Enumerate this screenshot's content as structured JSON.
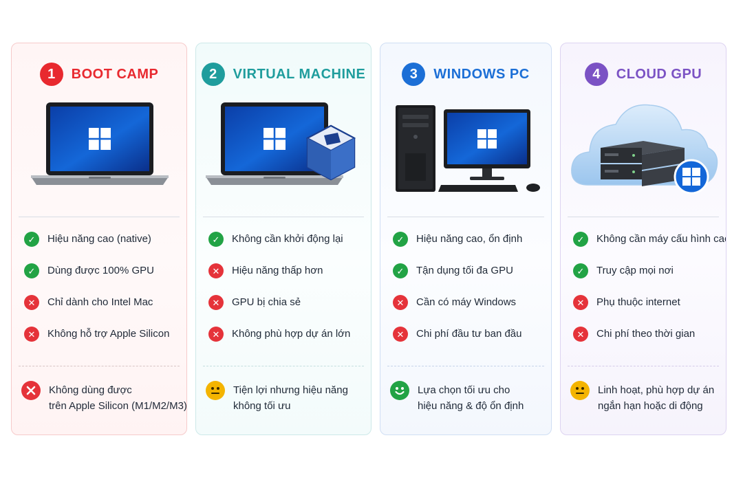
{
  "colors": {
    "red": "#e8292f",
    "teal": "#1f9d9d",
    "blue": "#1c6fd6",
    "purple": "#7b52c4",
    "check": "#22a345",
    "cross": "#e5333a",
    "neutral": "#f4b400"
  },
  "cards": [
    {
      "number": "1",
      "title": "BOOT CAMP",
      "image": "laptop-windows-icon",
      "features": [
        {
          "status": "check",
          "text": "Hiệu năng cao (native)"
        },
        {
          "status": "check",
          "text": "Dùng được 100% GPU"
        },
        {
          "status": "cross",
          "text": "Chỉ dành cho Intel Mac"
        },
        {
          "status": "cross",
          "text": "Không hỗ trợ Apple Silicon"
        }
      ],
      "verdict": {
        "icon": "cross-icon",
        "lines": [
          "Không dùng được",
          "trên Apple Silicon (M1/M2/M3)"
        ]
      }
    },
    {
      "number": "2",
      "title": "VIRTUAL MACHINE",
      "image": "laptop-virtualbox-icon",
      "features": [
        {
          "status": "check",
          "text": "Không cần khởi động lại"
        },
        {
          "status": "cross",
          "text": "Hiệu năng thấp hơn"
        },
        {
          "status": "cross",
          "text": "GPU bị chia sẻ"
        },
        {
          "status": "cross",
          "text": "Không phù hợp dự án lớn"
        }
      ],
      "verdict": {
        "icon": "neutral-face-icon",
        "lines": [
          "Tiện lợi nhưng hiệu năng",
          "không tối ưu"
        ]
      }
    },
    {
      "number": "3",
      "title": "WINDOWS PC",
      "image": "desktop-pc-icon",
      "features": [
        {
          "status": "check",
          "text": "Hiệu năng cao, ổn định"
        },
        {
          "status": "check",
          "text": "Tận dụng tối đa GPU"
        },
        {
          "status": "cross",
          "text": "Cần có máy Windows"
        },
        {
          "status": "cross",
          "text": "Chi phí đầu tư ban đầu"
        }
      ],
      "verdict": {
        "icon": "smile-face-icon",
        "lines": [
          "Lựa chọn tối ưu cho",
          "hiệu năng & độ ổn định"
        ]
      }
    },
    {
      "number": "4",
      "title": "CLOUD GPU",
      "image": "cloud-server-icon",
      "features": [
        {
          "status": "check",
          "text": "Không cần máy cấu hình cao"
        },
        {
          "status": "check",
          "text": "Truy cập mọi nơi"
        },
        {
          "status": "cross",
          "text": "Phụ thuộc internet"
        },
        {
          "status": "cross",
          "text": "Chi phí theo thời gian"
        }
      ],
      "verdict": {
        "icon": "neutral-face-icon",
        "lines": [
          "Linh hoạt, phù hợp dự án",
          "ngắn hạn hoặc di động"
        ]
      }
    }
  ]
}
